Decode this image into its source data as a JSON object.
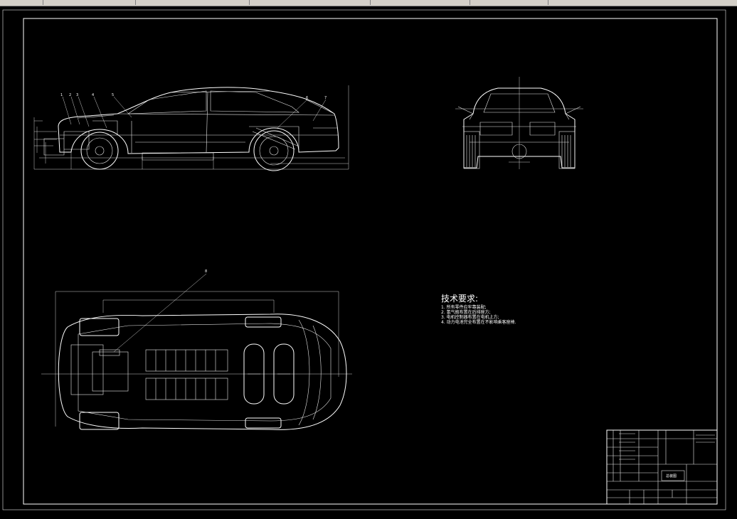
{
  "drawing": {
    "technical_requirements": {
      "title": "技术要求:",
      "items": [
        "1. 所有零件应牢靠装配;",
        "2. 氢气瓶布置在后排座方;",
        "3. 电机控制器布置在电机上方;",
        "4. 动力电池完全布置在不影响乘客座椅."
      ]
    },
    "balloons": {
      "side": [
        "1",
        "2",
        "3",
        "4",
        "5",
        "6",
        "7"
      ],
      "plan": [
        "8"
      ]
    },
    "title_block": {
      "drawing_name": "总装图"
    }
  },
  "colors": {
    "background": "#000000",
    "linework": "#ffffff",
    "toolbar": "#d4d0c8"
  }
}
